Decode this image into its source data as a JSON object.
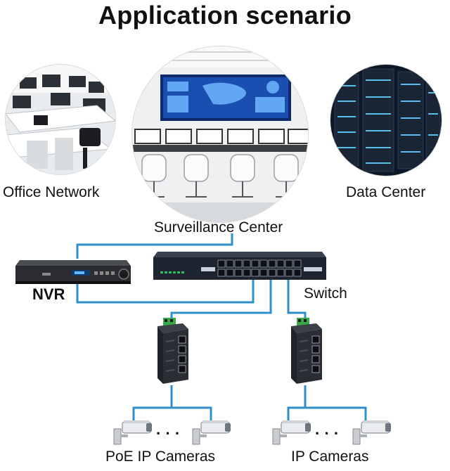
{
  "title": "Application scenario",
  "scenes": {
    "office": "Office Network",
    "surveillance": "Surveillance Center",
    "datacenter": "Data Center"
  },
  "devices": {
    "nvr": "NVR",
    "switch": "Switch"
  },
  "cameras": {
    "left_group": "PoE IP Cameras",
    "right_group": "IP Cameras",
    "ellipsis": "· · ·"
  },
  "colors": {
    "link": "#2f8fc8",
    "switch_body": "#1e2530",
    "industrial_switch": "#2a2d33",
    "terminal": "#3aa84a",
    "rack_glow": "#5fd1ff"
  }
}
